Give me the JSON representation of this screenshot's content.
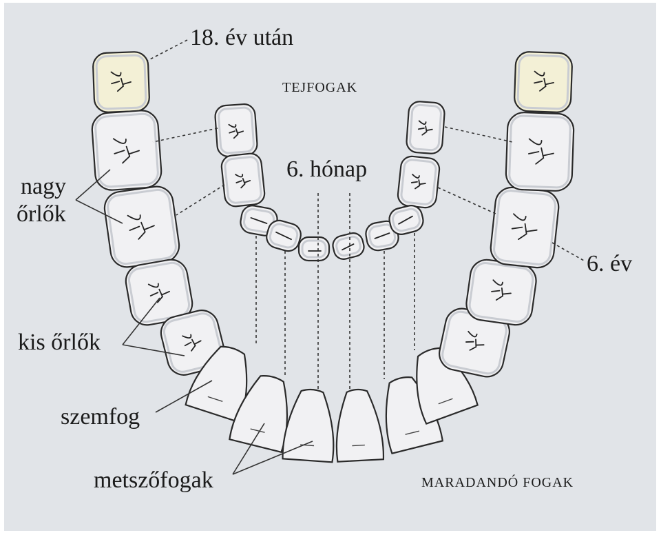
{
  "labels": {
    "after_18": "18. év után",
    "primary_teeth": "TEJFOGAK",
    "six_months": "6. hónap",
    "large_molars_1": "nagy",
    "large_molars_2": "őrlők",
    "six_years": "6. év",
    "small_molars": "kis őrlők",
    "canine": "szemfog",
    "incisors": "metszőfogak",
    "permanent_teeth": "MARADANDÓ FOGAK"
  },
  "colors": {
    "background": "#e1e4e8",
    "tooth_fill": "#f1f1f3",
    "wisdom_fill": "#f3f0d6",
    "outline": "#2a2a2a"
  }
}
